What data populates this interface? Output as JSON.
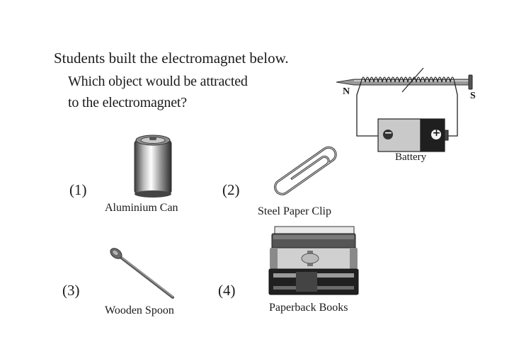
{
  "question": {
    "line1": "Students built the electromagnet below.",
    "line2": "Which object would be attracted",
    "line3": "to the electromagnet?"
  },
  "diagram": {
    "north_label": "N",
    "south_label": "S",
    "battery_label": "Battery",
    "negative_symbol": "−",
    "positive_symbol": "+"
  },
  "options": [
    {
      "number": "(1)",
      "caption": "Aluminium Can",
      "icon": "can-icon"
    },
    {
      "number": "(2)",
      "caption": "Steel Paper Clip",
      "icon": "paper-clip-icon"
    },
    {
      "number": "(3)",
      "caption": "Wooden Spoon",
      "icon": "spoon-icon"
    },
    {
      "number": "(4)",
      "caption": "Paperback Books",
      "icon": "books-icon"
    }
  ]
}
